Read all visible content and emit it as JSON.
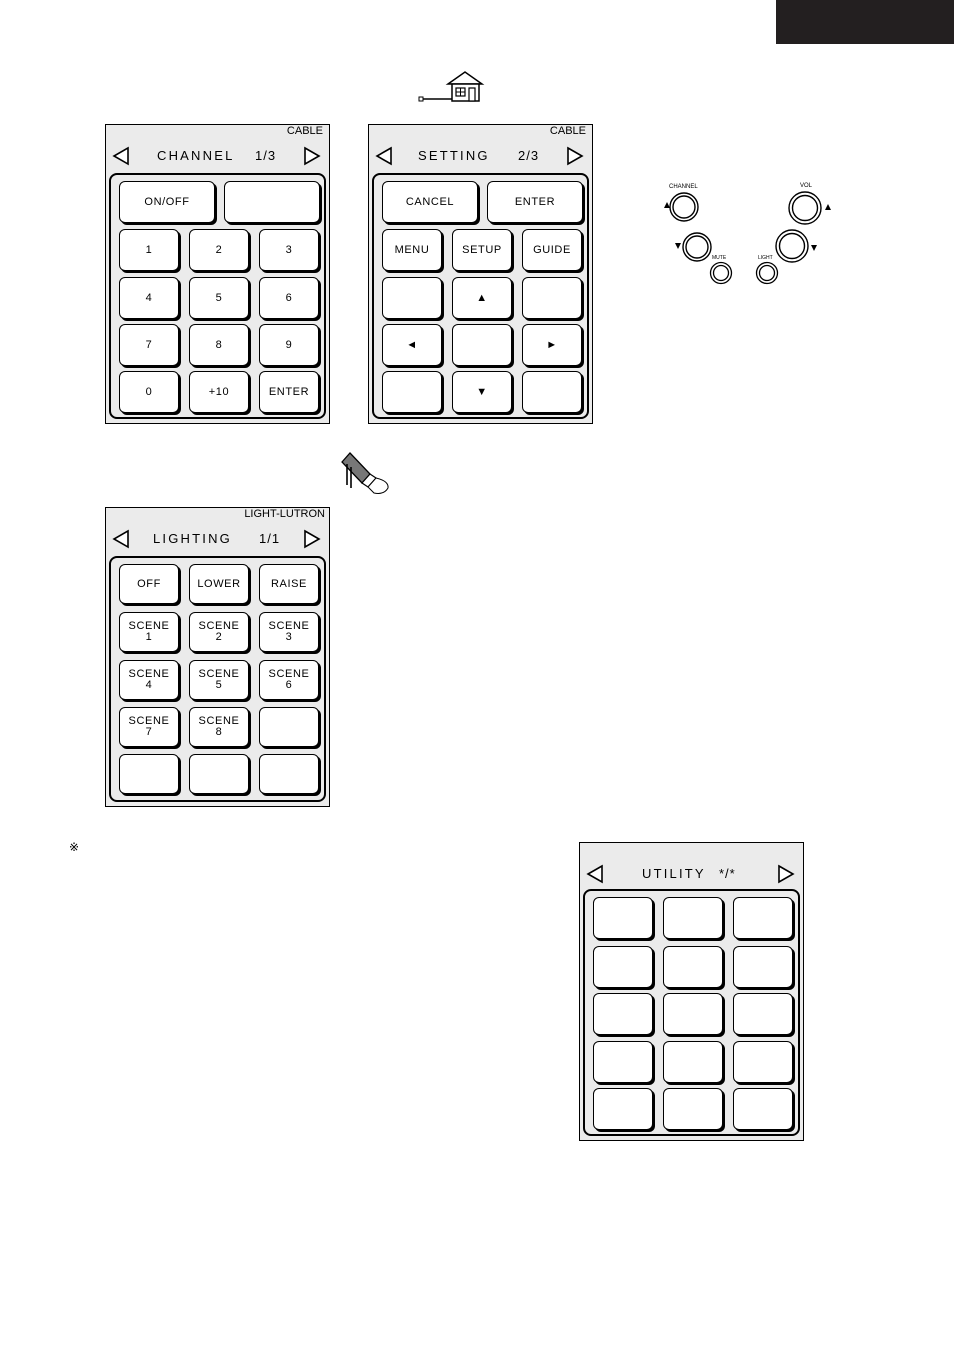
{
  "channel_panel": {
    "source": "CABLE",
    "title": "CHANNEL",
    "page": "1/3",
    "buttons": [
      "ON/OFF",
      "",
      "1",
      "2",
      "3",
      "4",
      "5",
      "6",
      "7",
      "8",
      "9",
      "0",
      "+10",
      "ENTER"
    ]
  },
  "setting_panel": {
    "source": "CABLE",
    "title": "SETTING",
    "page": "2/3",
    "buttons": [
      "CANCEL",
      "ENTER",
      "MENU",
      "SETUP",
      "GUIDE",
      "",
      "▲",
      "",
      "◄",
      "",
      "►",
      "",
      "▼",
      ""
    ]
  },
  "lighting_panel": {
    "source": "LIGHT-LUTRON",
    "title": "LIGHTING",
    "page": "1/1",
    "buttons": [
      "OFF",
      "LOWER",
      "RAISE",
      "SCENE 1",
      "SCENE 2",
      "SCENE 3",
      "SCENE 4",
      "SCENE 5",
      "SCENE 6",
      "SCENE 7",
      "SCENE 8",
      "",
      "",
      "",
      ""
    ]
  },
  "utility_panel": {
    "title": "UTILITY",
    "page": "*/*"
  },
  "hard_keys": {
    "channel": "CHANNEL",
    "vol": "VOL",
    "mute": "MUTE",
    "light": "LIGHT"
  },
  "note_mark": "※",
  "icons": [
    "house-icon",
    "lamp-icon",
    "left-triangle-icon",
    "right-triangle-icon"
  ]
}
